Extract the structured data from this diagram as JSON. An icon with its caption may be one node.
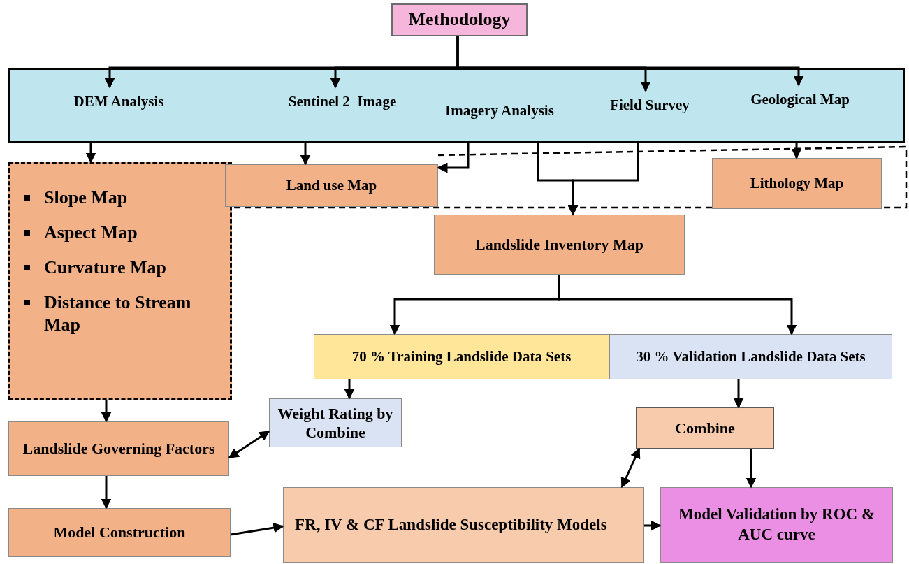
{
  "diagram": {
    "nodes": [
      {
        "text": [
          "Methodology"
        ]
      },
      {
        "text": [],
        "shape": "box"
      },
      {
        "text": [
          "DEM Analysis"
        ],
        "in": 1
      },
      {
        "text": [
          "Sentinel 2  Image"
        ],
        "in": 1
      },
      {
        "text": [
          "Imagery Analysis"
        ],
        "in": 1
      },
      {
        "text": [
          "Field Survey"
        ],
        "in": 1
      },
      {
        "text": [
          "Geological Map"
        ],
        "in": 1
      },
      {
        "text": [
          "Slope Map",
          "Aspect Map",
          "Curvature Map",
          "Distance to Stream Map"
        ]
      },
      {
        "text": [
          "Land use Map"
        ]
      },
      {
        "text": [
          "Lithology Map"
        ]
      },
      {
        "text": [
          "Landslide Inventory Map"
        ]
      },
      {
        "text": [
          "70 % Training Landslide Data Sets"
        ]
      },
      {
        "text": [
          "30 % Validation Landslide Data Sets"
        ]
      },
      {
        "text": [
          "Weight Rating by Combine"
        ]
      },
      {
        "text": [
          "Combine"
        ]
      },
      {
        "text": [
          "Landslide Governing Factors"
        ]
      },
      {
        "text": [
          "Model Construction"
        ]
      },
      {
        "text": [
          "FR, IV & CF Landslide Susceptibility Models"
        ]
      },
      {
        "text": [
          "Model Validation by ROC & AUC curve"
        ]
      }
    ],
    "edges": [
      {
        "from": 0,
        "to": 2,
        "arrow": "to"
      },
      {
        "from": 0,
        "to": 3,
        "arrow": "to"
      },
      {
        "from": 0,
        "to": 5,
        "arrow": "to"
      },
      {
        "from": 0,
        "to": 6,
        "arrow": "to"
      },
      {
        "from": 1,
        "to": 7,
        "arrow": "to"
      },
      {
        "from": 1,
        "to": 8,
        "arrow": "to"
      },
      {
        "from": 1,
        "to": 8,
        "arrow": "to"
      },
      {
        "from": 1,
        "to": 10,
        "arrow": "to"
      },
      {
        "from": 1,
        "to": 10,
        "arrow": "to"
      },
      {
        "from": 1,
        "to": 9,
        "arrow": "to"
      },
      {
        "from": 10,
        "to": 11,
        "arrow": "to"
      },
      {
        "from": 10,
        "to": 12,
        "arrow": "to"
      },
      {
        "from": 11,
        "to": 13,
        "arrow": "to"
      },
      {
        "from": 12,
        "to": 14,
        "arrow": "to"
      },
      {
        "from": 7,
        "to": 15,
        "arrow": "to"
      },
      {
        "from": 15,
        "to": 13,
        "arrow": "both"
      },
      {
        "from": 15,
        "to": 16,
        "arrow": "to"
      },
      {
        "from": 16,
        "to": 17,
        "arrow": "to"
      },
      {
        "from": 14,
        "to": 17,
        "arrow": "both"
      },
      {
        "from": 14,
        "to": 18,
        "arrow": "to"
      },
      {
        "from": 17,
        "to": 18,
        "arrow": "to"
      }
    ]
  }
}
